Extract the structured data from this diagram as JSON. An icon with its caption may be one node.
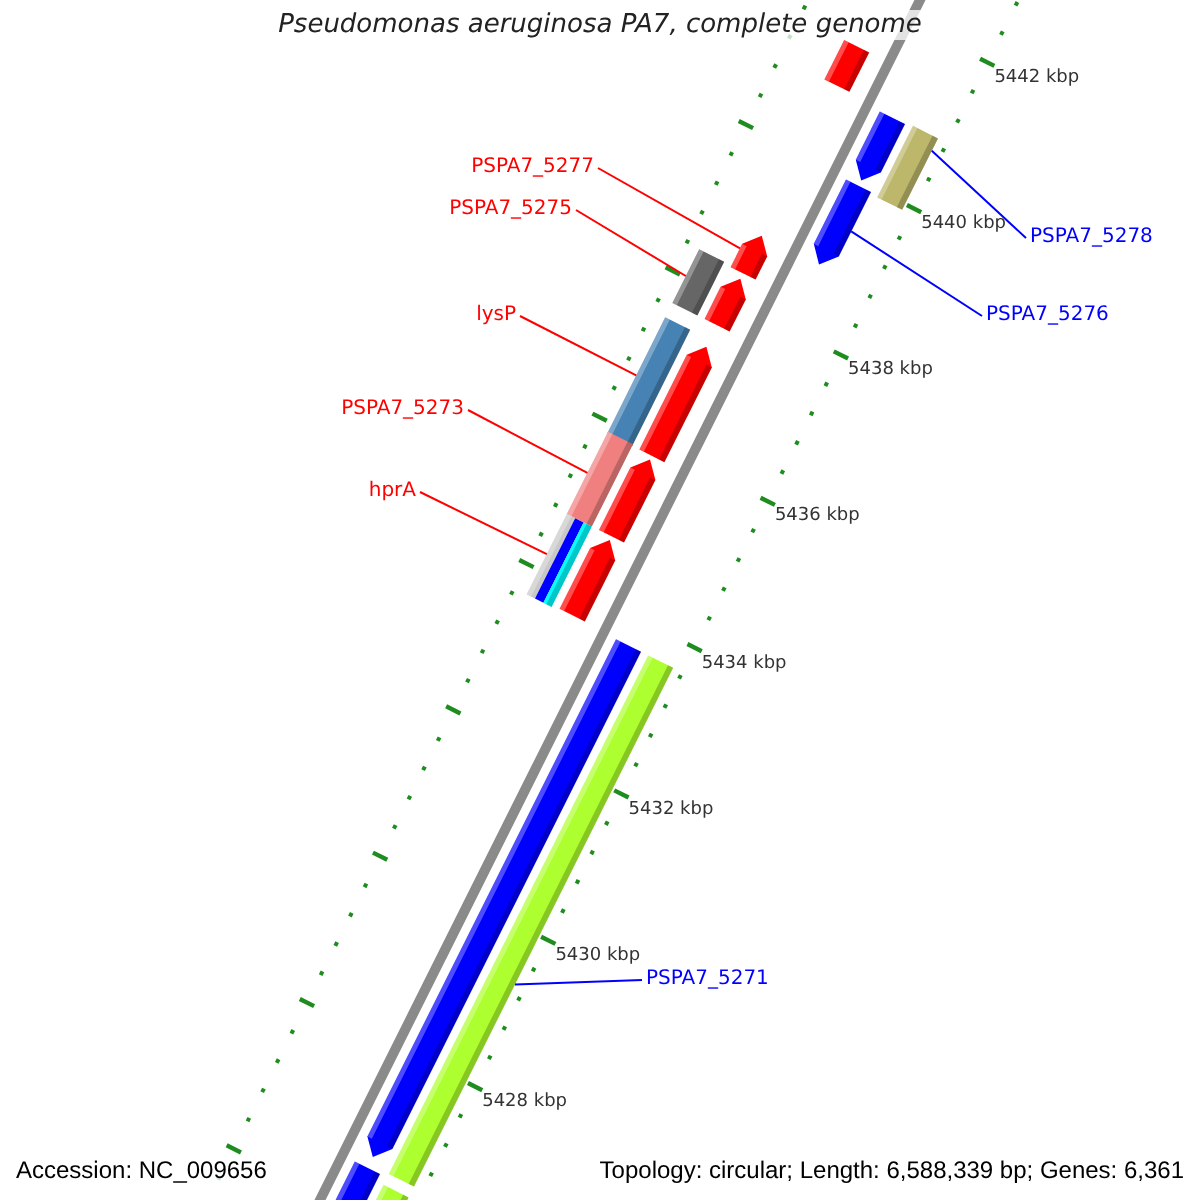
{
  "diagram": {
    "title": "Pseudomonas aeruginosa PA7, complete genome",
    "nodes": [
      {
        "text": [
          "PSPA7_5277"
        ]
      },
      {
        "text": [
          "PSPA7_5275"
        ]
      },
      {
        "text": [
          "lysP"
        ]
      },
      {
        "text": [
          "PSPA7_5273"
        ]
      },
      {
        "text": [
          "hprA"
        ]
      },
      {
        "text": [
          "PSPA7_5278"
        ]
      },
      {
        "text": [
          "PSPA7_5276"
        ]
      },
      {
        "text": [
          "PSPA7_5271"
        ]
      },
      {
        "text": [],
        "shape": "bar"
      },
      {
        "text": [],
        "shape": "pentagon"
      },
      {
        "text": [],
        "shape": "bar"
      },
      {
        "text": [],
        "shape": "pentagon"
      },
      {
        "text": [],
        "shape": "pentagon"
      },
      {
        "text": [],
        "shape": "bar"
      },
      {
        "text": [],
        "shape": "pentagon"
      },
      {
        "text": [],
        "shape": "bar"
      },
      {
        "text": [],
        "shape": "pentagon"
      },
      {
        "text": [],
        "shape": "bar"
      },
      {
        "text": [],
        "shape": "pentagon"
      },
      {
        "text": [],
        "shape": "bar"
      },
      {
        "text": [],
        "shape": "pentagon"
      },
      {
        "text": [],
        "shape": "pentagon"
      },
      {
        "text": [],
        "shape": "bar"
      },
      {
        "text": [],
        "shape": "bar"
      },
      {
        "text": [],
        "shape": "bar"
      }
    ],
    "edges": [
      {
        "from": 0,
        "to": 11,
        "arrow": "none",
        "color": "#ff0000"
      },
      {
        "from": 1,
        "to": 13,
        "arrow": "none",
        "color": "#ff0000"
      },
      {
        "from": 2,
        "to": 15,
        "arrow": "none",
        "color": "#ff0000"
      },
      {
        "from": 3,
        "to": 17,
        "arrow": "none",
        "color": "#ff0000"
      },
      {
        "from": 4,
        "to": 19,
        "arrow": "none",
        "color": "#ff0000"
      },
      {
        "from": 5,
        "to": 10,
        "arrow": "none",
        "color": "#0000ff"
      },
      {
        "from": 6,
        "to": 12,
        "arrow": "none",
        "color": "#0000ff"
      },
      {
        "from": 7,
        "to": 22,
        "arrow": "none",
        "color": "#0000ff"
      }
    ],
    "labels": [
      "5442 kbp",
      "5440 kbp",
      "5438 kbp",
      "5436 kbp",
      "5434 kbp",
      "5432 kbp",
      "5430 kbp",
      "5428 kbp",
      "Accession: NC_009656",
      "Topology: circular; Length: 6,588,339 bp; Genes: 6,361"
    ]
  }
}
